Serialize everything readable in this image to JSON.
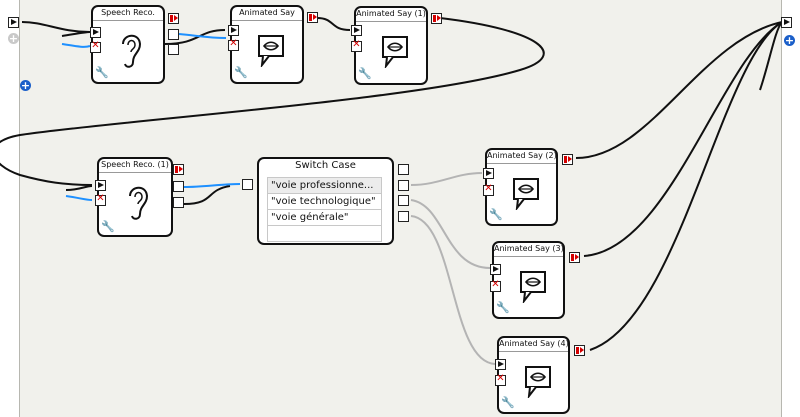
{
  "boxes": {
    "speech1": {
      "title": "Speech Reco."
    },
    "say0": {
      "title": "Animated Say"
    },
    "say1": {
      "title": "Animated Say (1)"
    },
    "speech2": {
      "title": "Speech Reco. (1)"
    },
    "switch": {
      "title": "Switch Case",
      "cases": [
        "\"voie professionne...",
        "\"voie technologique\"",
        "\"voie générale\"",
        ""
      ]
    },
    "say2": {
      "title": "Animated Say (2)"
    },
    "say3": {
      "title": "Animated Say (3)"
    },
    "say4": {
      "title": "Animated Say (4)"
    }
  },
  "colors": {
    "wire_black": "#111111",
    "wire_blue": "#1e90ff",
    "wire_grey": "#b4b4b4",
    "canvas_bg": "#f1f1ec"
  }
}
